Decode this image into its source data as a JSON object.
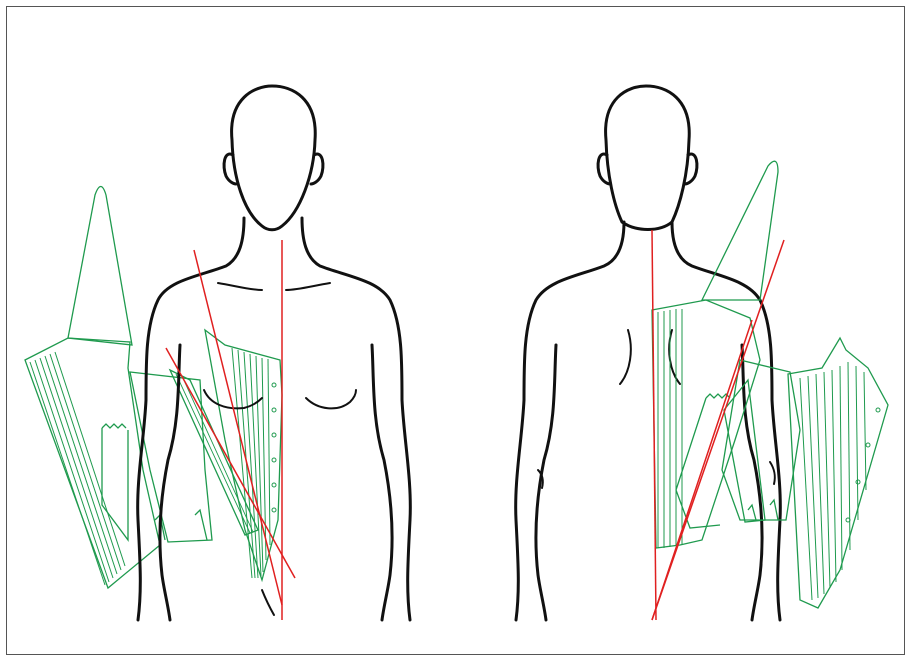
{
  "diagram": {
    "views": [
      "front",
      "back"
    ],
    "colors": {
      "background": "#ffffff",
      "frame": "#555555",
      "body_outline": "#111111",
      "pattern": "#1f9a4e",
      "guide": "#e02020"
    },
    "elements": [
      {
        "name": "front-figure",
        "kind": "body-outline",
        "view": "front"
      },
      {
        "name": "back-figure",
        "kind": "body-outline",
        "view": "back"
      },
      {
        "name": "front-corset-pattern",
        "kind": "pattern-pieces",
        "view": "front"
      },
      {
        "name": "back-corset-pattern",
        "kind": "pattern-pieces",
        "view": "back"
      },
      {
        "name": "front-center-line",
        "kind": "guide-line",
        "view": "front"
      },
      {
        "name": "front-diagonal-lines",
        "kind": "guide-line",
        "view": "front"
      },
      {
        "name": "back-center-line",
        "kind": "guide-line",
        "view": "back"
      },
      {
        "name": "back-diagonal-lines",
        "kind": "guide-line",
        "view": "back"
      }
    ]
  }
}
